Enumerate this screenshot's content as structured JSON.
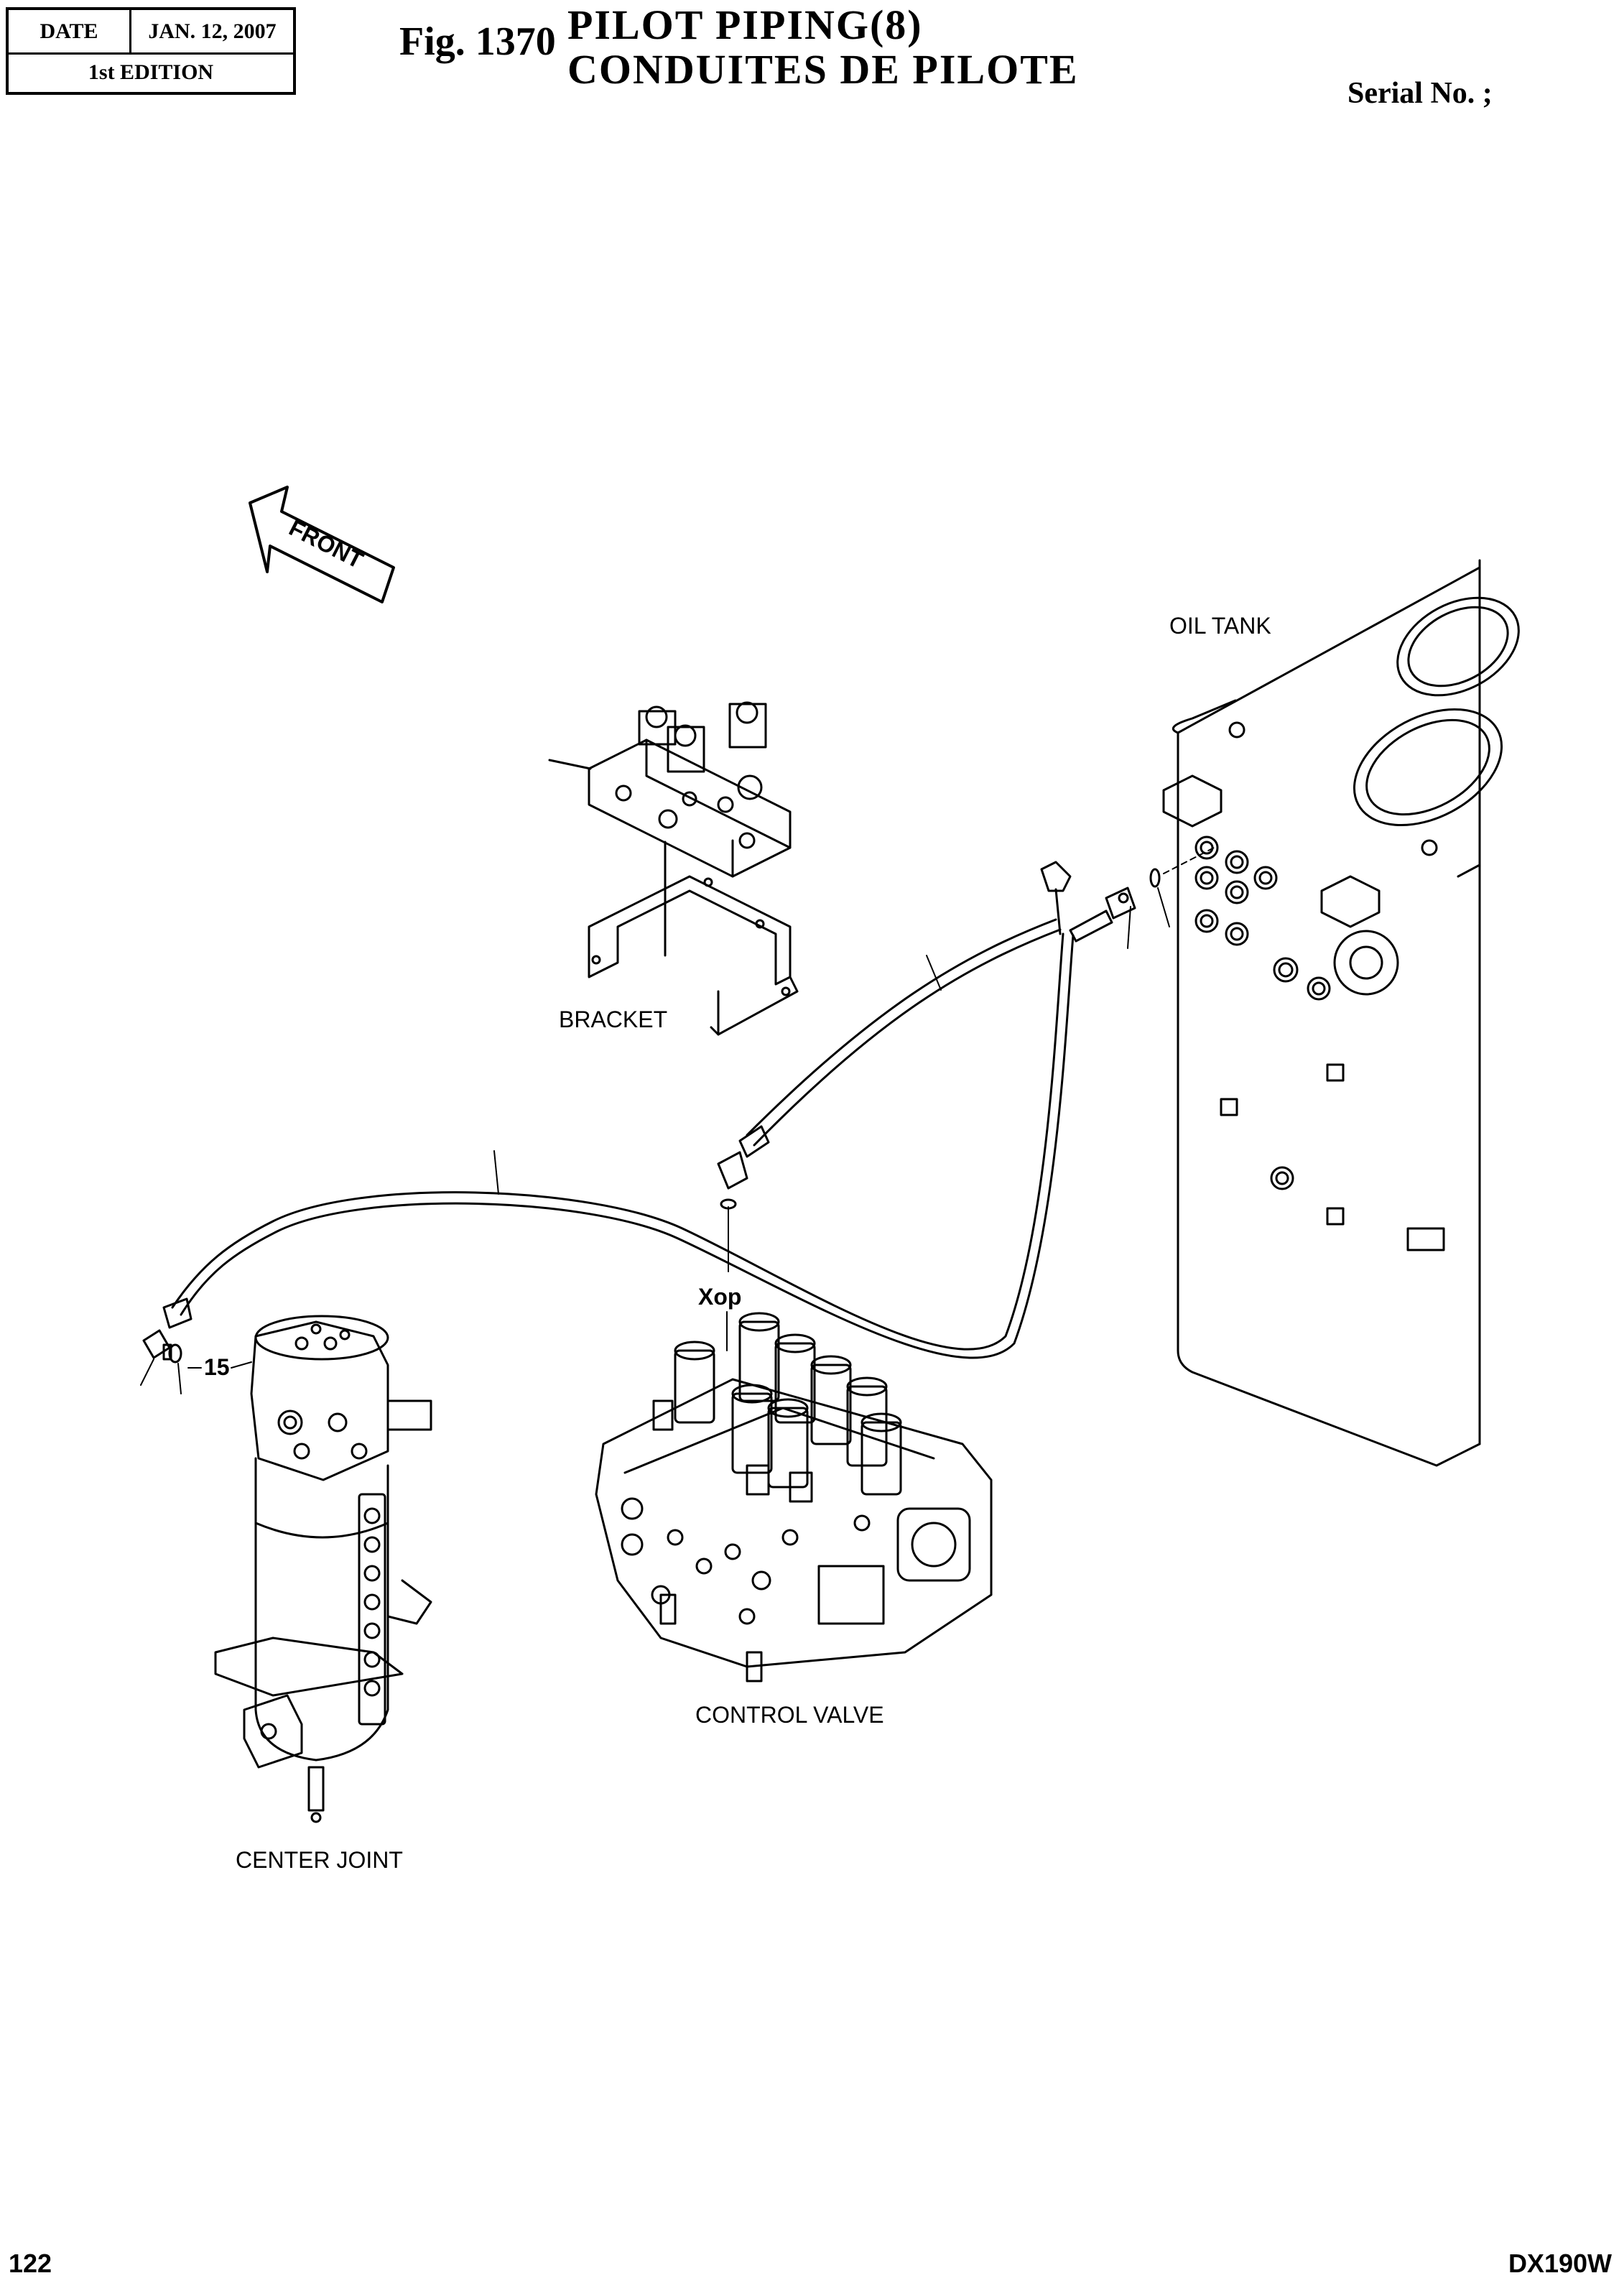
{
  "header": {
    "date_label": "DATE",
    "date_value": "JAN. 12, 2007",
    "edition": "1st EDITION"
  },
  "figure": {
    "number": "Fig. 1370",
    "title_line1": "PILOT  PIPING(8)",
    "title_line2": "CONDUITES  DE  PILOTE",
    "serial": "Serial No. ;"
  },
  "labels": {
    "front": "FRONT",
    "oil_tank": "OIL TANK",
    "bracket": "BRACKET",
    "control_valve": "CONTROL VALVE",
    "center_joint": "CENTER JOINT",
    "port": "Xop",
    "callout_15": "15"
  },
  "footer": {
    "page": "122",
    "model": "DX190W"
  }
}
